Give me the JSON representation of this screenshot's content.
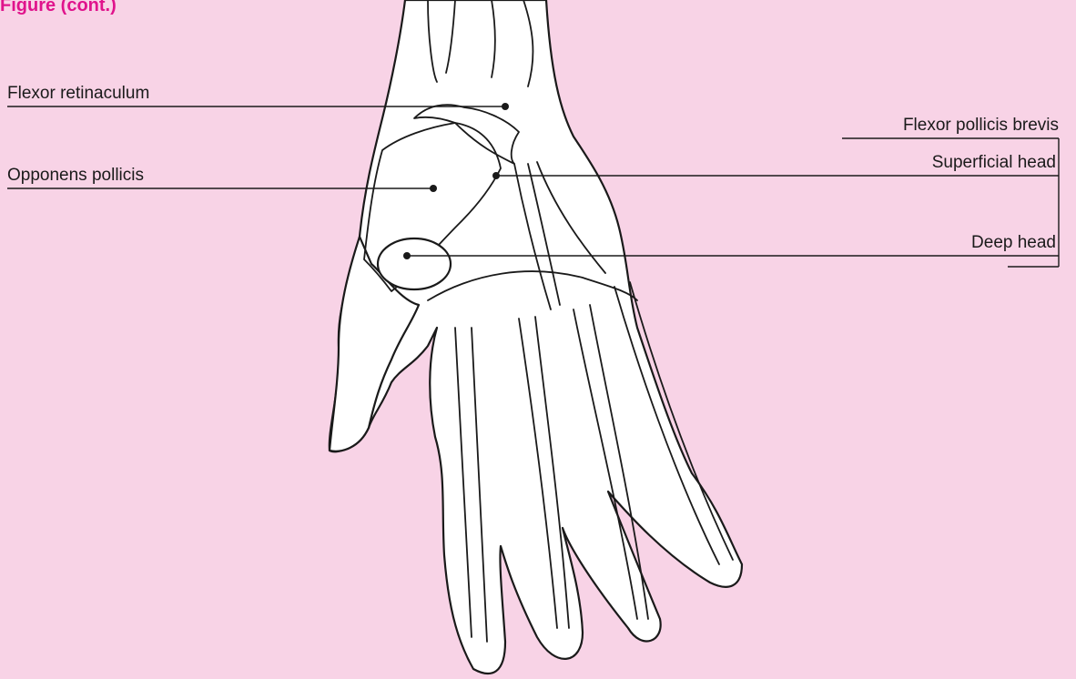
{
  "title": "Figure (cont.)",
  "background_color": "#f8d3e6",
  "title_color": "#e0138c",
  "labels": {
    "flexor_retinaculum": "Flexor retinaculum",
    "opponens_pollicis": "Opponens pollicis",
    "flexor_pollicis_brevis": "Flexor pollicis brevis",
    "superficial_head": "Superficial head",
    "deep_head": "Deep head"
  }
}
